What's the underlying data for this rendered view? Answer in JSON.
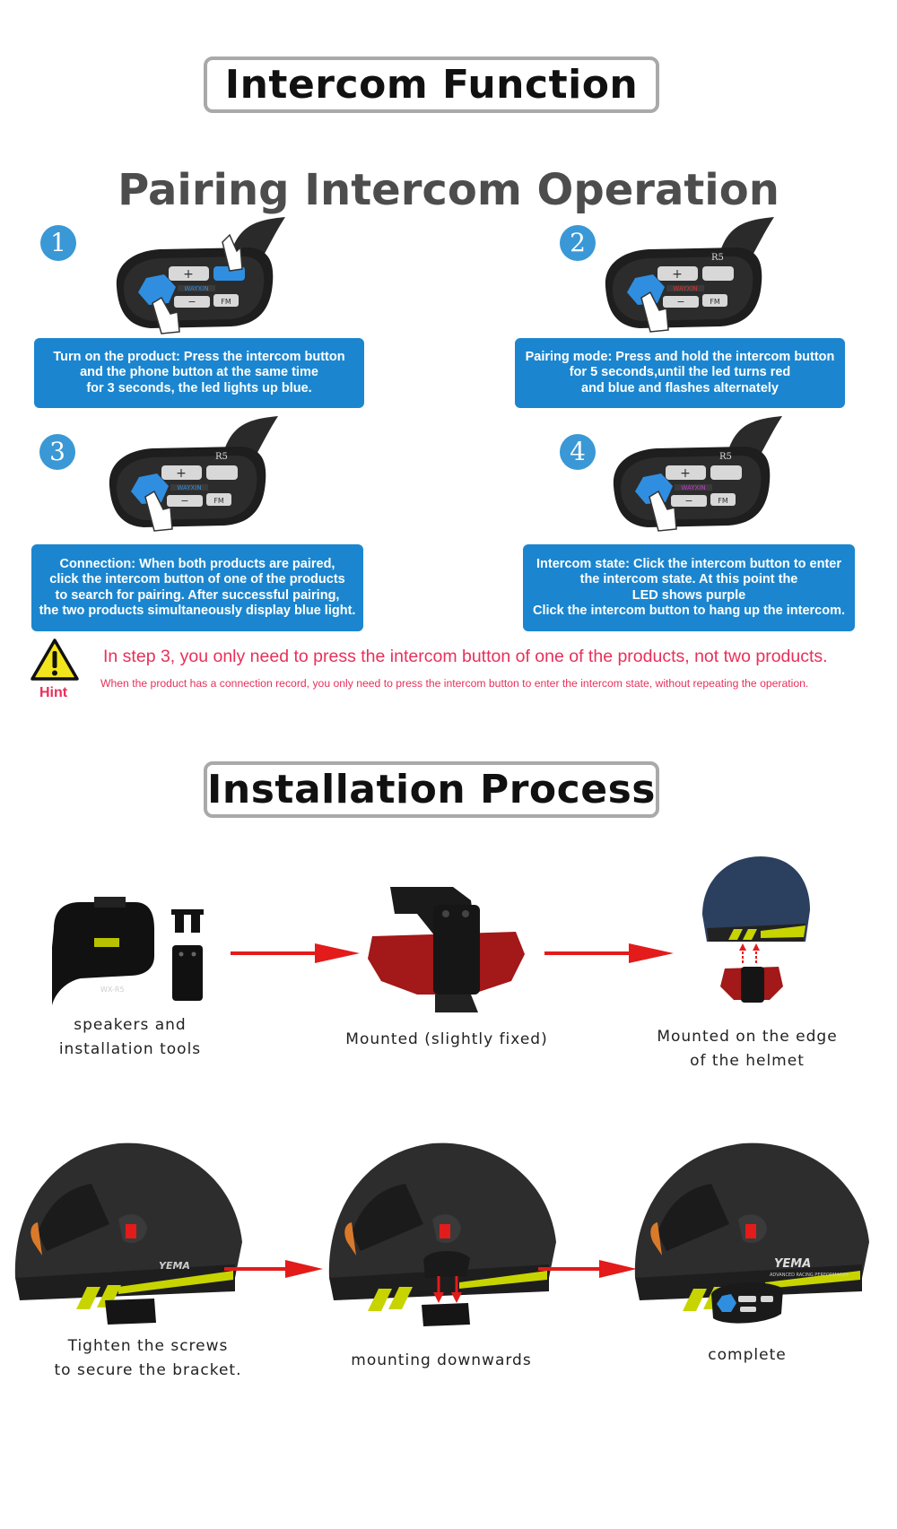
{
  "intercom_section": {
    "title": "Intercom Function",
    "subtitle": "Pairing Intercom Operation"
  },
  "steps": [
    {
      "number": "1",
      "model": "",
      "brand": "WAYXIN",
      "lines": [
        "Turn on the product: Press the intercom button",
        "and the phone button at the same time",
        "for 3 seconds, the led lights up blue."
      ],
      "led_color": "#2f8ee0"
    },
    {
      "number": "2",
      "model": "R5",
      "brand": "WAYXIN",
      "lines": [
        "Pairing mode: Press and hold the intercom button",
        "for 5 seconds,until the led turns red",
        "and blue and flashes alternately"
      ],
      "led_color": "#e0332f"
    },
    {
      "number": "3",
      "model": "R5",
      "brand": "WAYXIN",
      "lines": [
        "Connection: When both products are paired,",
        "click the intercom button of one of the products",
        "to search for pairing. After successful pairing,",
        "the two products simultaneously display blue light."
      ],
      "led_color": "#2f8ee0"
    },
    {
      "number": "4",
      "model": "R5",
      "brand": "WAYXIN",
      "lines": [
        "Intercom state: Click the intercom button to enter",
        "the intercom state. At this point the",
        "LED shows purple",
        "Click the intercom button to hang up the intercom."
      ],
      "led_color": "#c43ad1"
    }
  ],
  "hint": {
    "label": "Hint",
    "main": "In step 3, you only need to press the intercom button of one of the products, not two products.",
    "sub": "When the product has a connection record, you only need to press the intercom button to enter the intercom state, without repeating the operation."
  },
  "installation_section": {
    "title": "Installation Process",
    "captions": [
      [
        "speakers and",
        "installation tools"
      ],
      [
        "Mounted (slightly fixed)"
      ],
      [
        "Mounted on the edge",
        "of the helmet"
      ],
      [
        "Tighten the screws",
        "to secure the bracket."
      ],
      [
        "mounting downwards"
      ],
      [
        "complete"
      ]
    ],
    "speaker_label": "WX-R5",
    "helmet_brand": "YEMA",
    "helmet_tagline": "ADVANCED RACING PERFORMANCE"
  },
  "colors": {
    "step_box": "#1b86cf",
    "number_circle": "#3a98d6",
    "hint_text": "#e8305a",
    "arrow": "#e31b1b",
    "helmet_stripe": "#c8d400"
  }
}
